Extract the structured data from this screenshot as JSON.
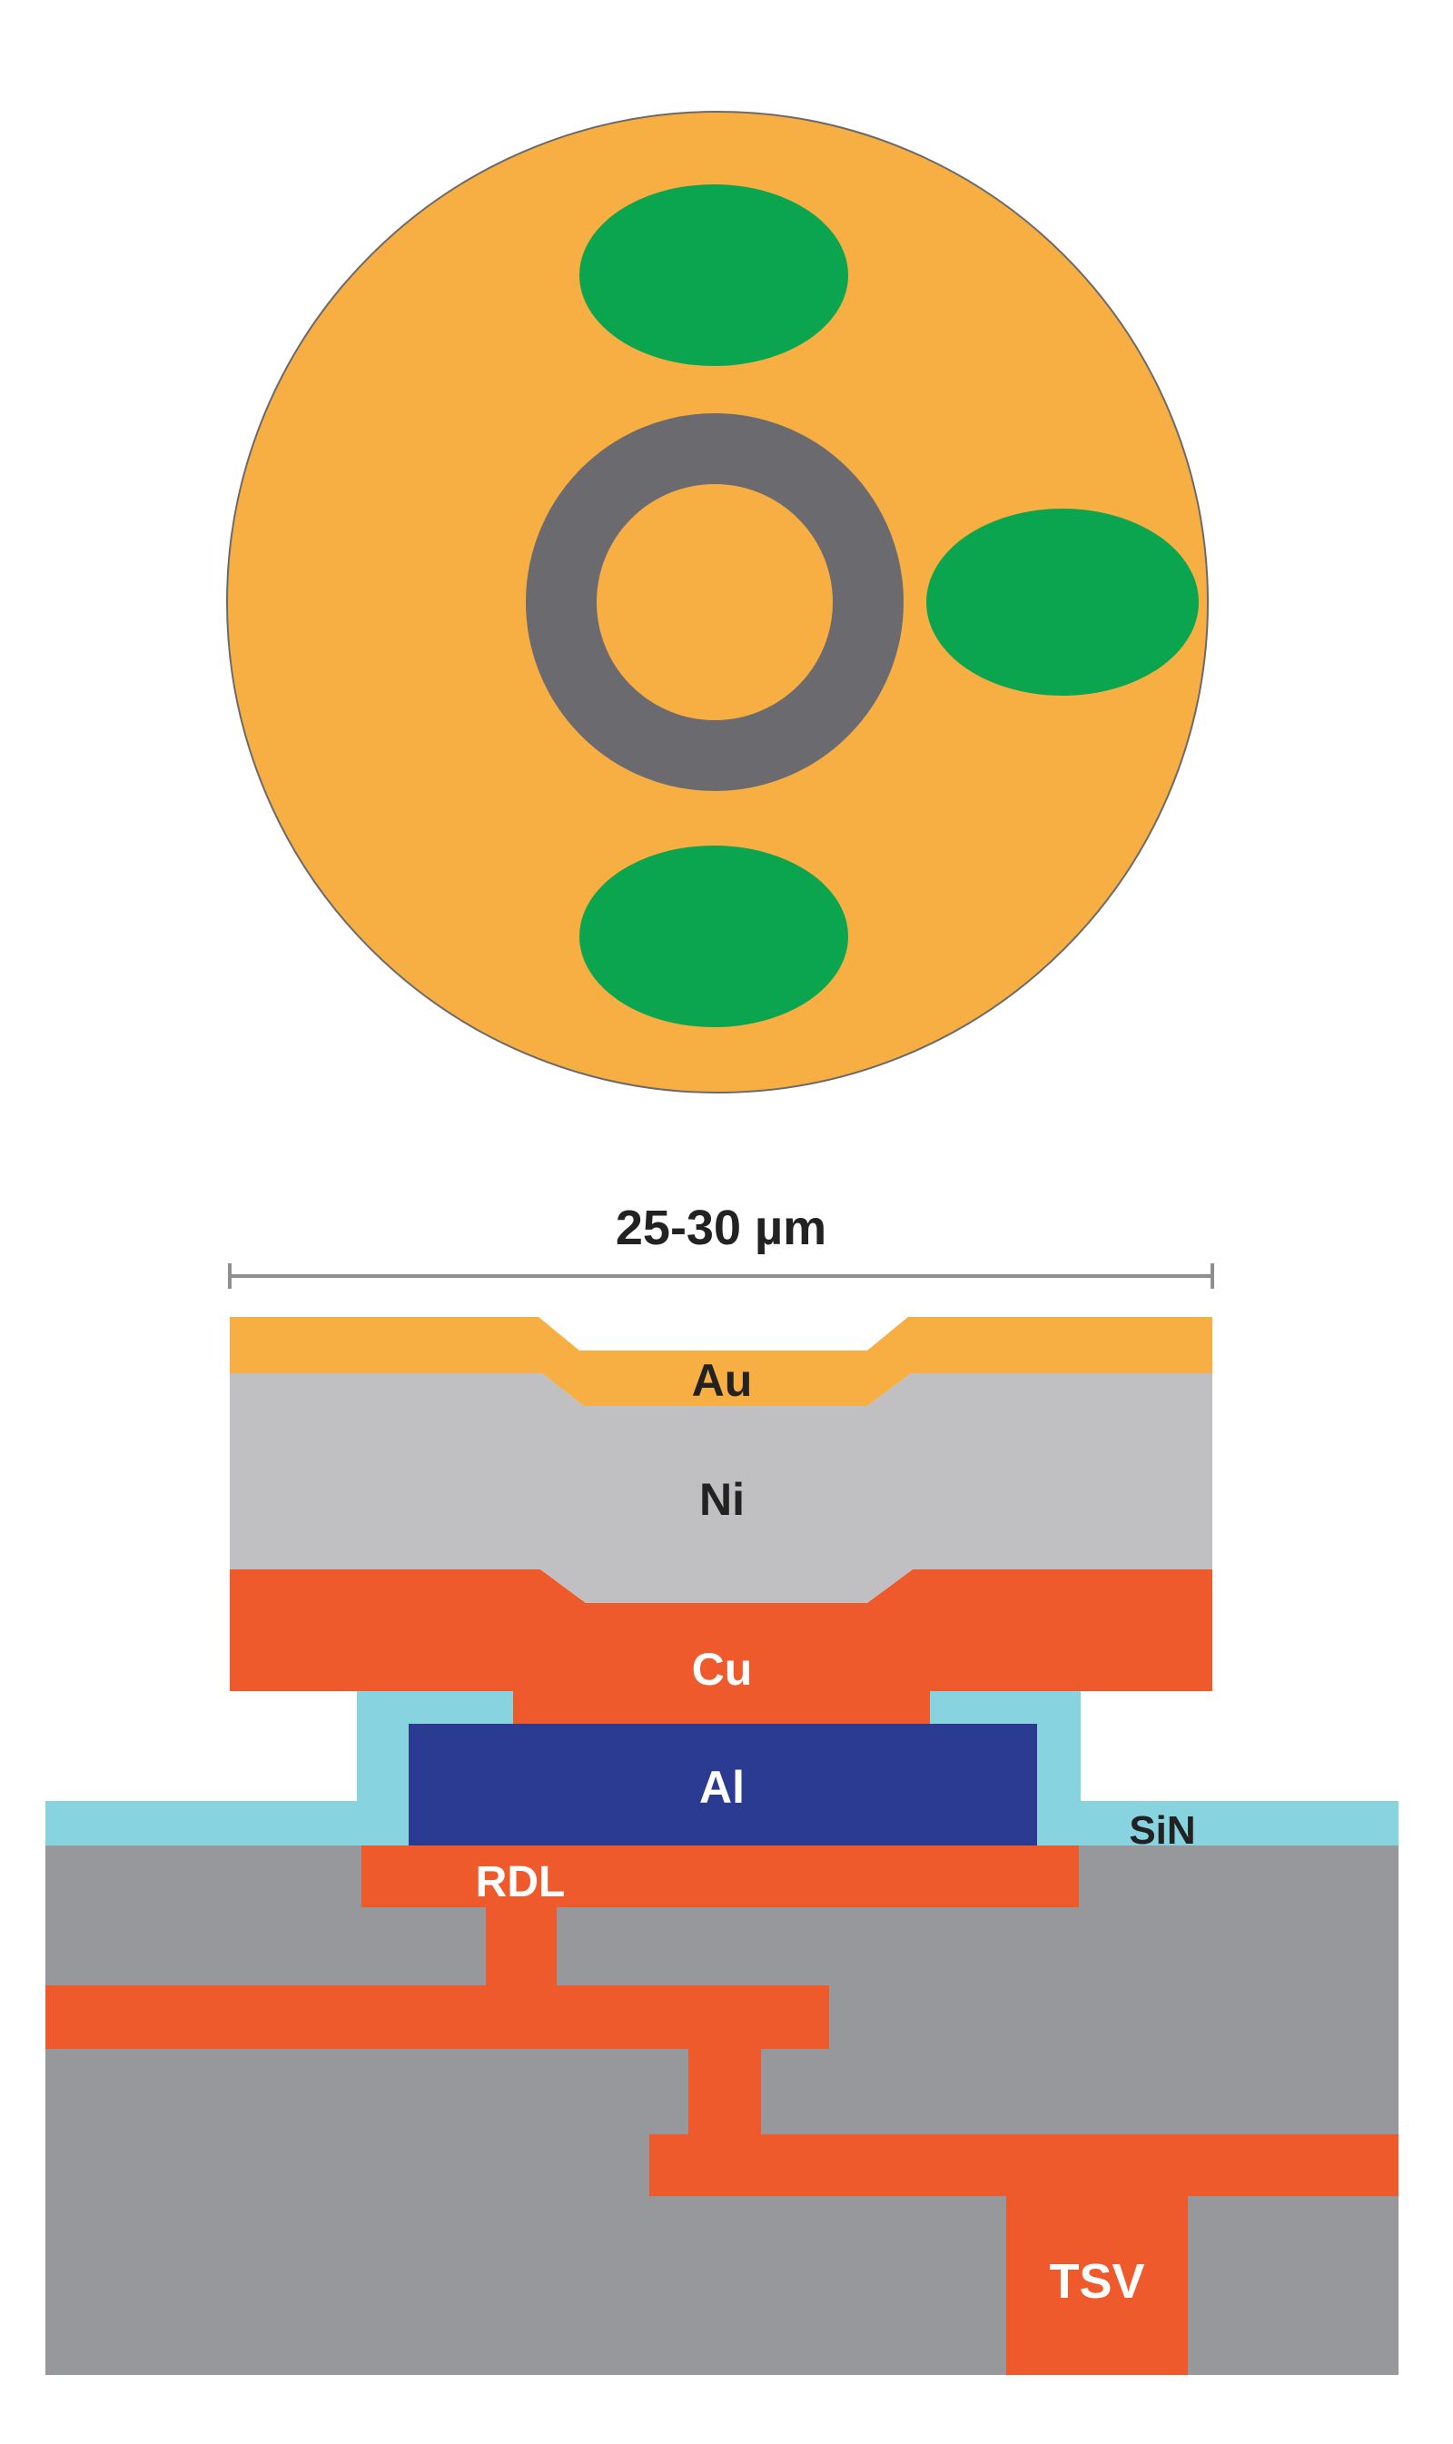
{
  "title": "",
  "dimension": {
    "label": "25-30 µm"
  },
  "layers": {
    "au": "Au",
    "ni": "Ni",
    "cu": "Cu",
    "al": "Al",
    "sin": "SiN",
    "rdl": "RDL",
    "tsv": "TSV"
  },
  "colors": {
    "au_gold": "#F7AE42",
    "pad_green": "#0BA550",
    "ring_gray": "#6B6B6F",
    "ni_light_gray": "#C0C0C2",
    "copper_orange": "#EE5A2B",
    "al_blue": "#2B3B92",
    "sin_cyan": "#88D3E0",
    "substrate_gray": "#97989B",
    "dimension_line": "#8E8E8E",
    "text_dark": "#222222",
    "text_light": "#ffffff"
  }
}
